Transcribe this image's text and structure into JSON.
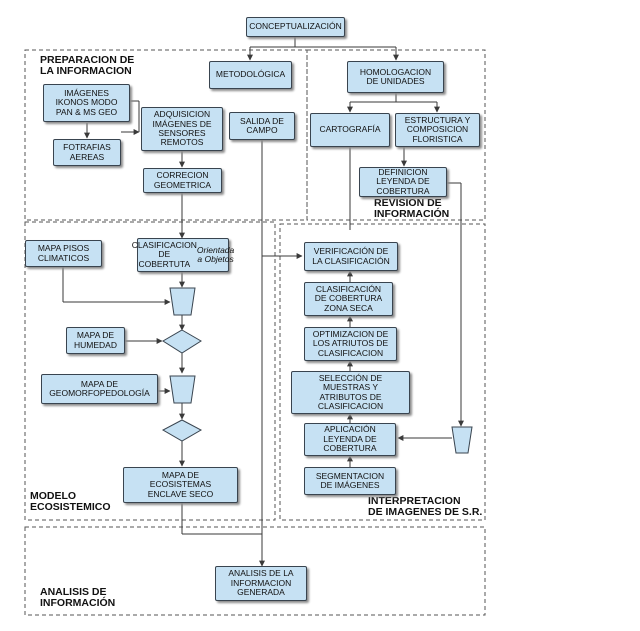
{
  "regions": {
    "preparacion": "PREPARACION DE\nLA INFORMACION",
    "revision": "REVISION DE\nINFORMACIÓN",
    "modelo": "MODELO\nECOSISTEMICO",
    "interpretacion": "INTERPRETACION\nDE IMAGENES DE S.R.",
    "analisis": "ANALISIS DE\nINFORMACIÓN"
  },
  "nodes": {
    "conceptualizacion": "CONCEPTUALIZACIÓN",
    "metodologica": "METODOLÓGICA",
    "homologacion": "HOMOLOGACION\nDE UNIDADES",
    "imagenes_ikonos": "IMÁGENES\nIKONOS MODO\nPAN & MS GEO",
    "adquisicion": "ADQUISICION\nIMÁGENES DE\nSENSORES\nREMOTOS",
    "salida_campo": "SALIDA DE\nCAMPO",
    "cartografia": "CARTOGRAFÍA",
    "estructura": "ESTRUCTURA Y\nCOMPOSICION\nFLORISTICA",
    "fotografias": "FOTRAFIAS\nAEREAS",
    "correccion": "CORRECION\nGEOMETRICA",
    "definicion": "DEFINICION\nLEYENDA DE\nCOBERTURA",
    "mapa_pisos": "MAPA PISOS\nCLIMATICOS",
    "clasificacion_cobertura": "CLASIFICACION\nDE COBERTUTA",
    "orientada": "Orientada a Objetos",
    "verificacion": "VERIFICACIÓN DE\nLA CLASIFICACIÓN",
    "clasificacion_seca": "CLASIFICACIÓN\nDE COBERTURA\nZONA SECA",
    "mapa_humedad": "MAPA DE\nHUMEDAD",
    "optimizacion": "OPTIMIZACION DE\nLOS ATRIUTOS DE\nCLASIFICACION",
    "mapa_geomorfo": "MAPA DE\nGEOMORFOPEDOLOGÍA",
    "seleccion": "SELECCIÓN DE\nMUESTRAS Y\nATRIBUTOS DE\nCLASIFICACION",
    "aplicacion": "APLICACIÓN\nLEYENDA DE\nCOBERTURA",
    "segmentacion": "SEGMENTACION\nDE IMÁGENES",
    "mapa_ecosistemas": "MAPA DE\nECOSISTEMAS\nENCLAVE SECO",
    "analisis_info": "ANALISIS DE LA\nINFORMACION\nGENERADA"
  },
  "colors": {
    "box_fill": "#c6e1f3",
    "box_border": "#39444f",
    "line": "#3a3a3a",
    "dashed": "#555555"
  }
}
